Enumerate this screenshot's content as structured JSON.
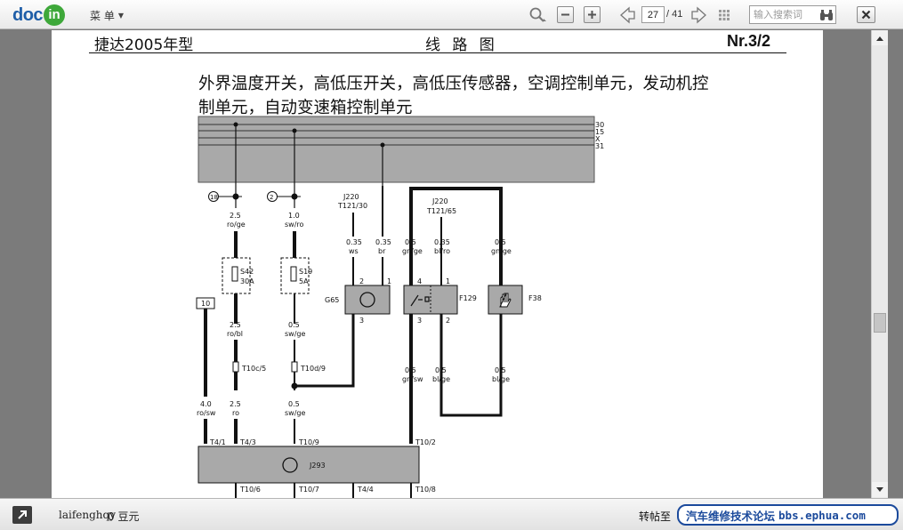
{
  "toolbar": {
    "logo_doc": "doc",
    "logo_in": "in",
    "menu_label": "菜 单",
    "page_current": "27",
    "page_total": "/ 41",
    "search_placeholder": "输入搜索词"
  },
  "document": {
    "header_left": "捷达2005年型",
    "header_center": "线 路 图",
    "header_right": "Nr.3/2",
    "description_line1": "外界温度开关，高低压开关，高低压传感器，空调控制单元，发动机控",
    "description_line2": "制单元，自动变速箱控制单元"
  },
  "diagram": {
    "bus_labels": [
      "30",
      "15",
      "X",
      "31"
    ],
    "ground_markers": [
      "18",
      "2"
    ],
    "box_10": "10",
    "wires": {
      "w1a_size": "2.5",
      "w1a_color": "ro/ge",
      "w2a_size": "1.0",
      "w2a_color": "sw/ro",
      "j220_label": "J220",
      "t121_30": "T121/30",
      "j220b_label": "J220",
      "t121_65": "T121/65",
      "ws_size": "0.35",
      "ws_color": "ws",
      "br_size": "0.35",
      "br_color": "br",
      "gnge1_size": "0.5",
      "gnge1_color": "gn/ge",
      "blro_size": "0.35",
      "blro_color": "bl/ro",
      "gnge2_size": "0.5",
      "gnge2_color": "gn/ge",
      "robl_size": "2.5",
      "robl_color": "ro/bl",
      "swge1_size": "0.5",
      "swge1_color": "sw/ge",
      "rosw_size": "4.0",
      "rosw_color": "ro/sw",
      "ro_size": "2.5",
      "ro_color": "ro",
      "swge2_size": "0.5",
      "swge2_color": "sw/ge",
      "gnsw_size": "0.5",
      "gnsw_color": "gn/sw",
      "blge1_size": "0.5",
      "blge1_color": "bl/ge",
      "blge2_size": "0.5",
      "blge2_color": "bl/ge"
    },
    "fuse_s42": "S42",
    "fuse_s42_rating": "30A",
    "fuse_s19": "S19",
    "fuse_s19_rating": "5A",
    "g65": "G65",
    "f129": "F129",
    "f38": "F38",
    "j293": "J293",
    "pins": {
      "g65_2": "2",
      "g65_1": "1",
      "g65_3": "3",
      "f129_4": "4",
      "f129_1": "1",
      "f129_3": "3",
      "f129_2": "2"
    },
    "connectors": {
      "t10c5": "T10c/5",
      "t10d9": "T10d/9",
      "t41": "T4/1",
      "t43": "T4/3",
      "t109": "T10/9",
      "t102": "T10/2",
      "t106": "T10/6",
      "t107": "T10/7",
      "t44": "T4/4",
      "t108": "T10/8"
    }
  },
  "statusbar": {
    "username": "laifenghqy",
    "beans": "0 豆元",
    "repost": "转帖至",
    "banner_text": "汽车维修技术论坛",
    "banner_domain": "bbs.ephua.com"
  },
  "icons": [
    "zoom-icon",
    "zoom-out-icon",
    "zoom-in-icon",
    "prev-page-icon",
    "next-page-icon",
    "grid-view-icon",
    "binoculars-icon",
    "close-icon",
    "share-arrow-icon"
  ]
}
